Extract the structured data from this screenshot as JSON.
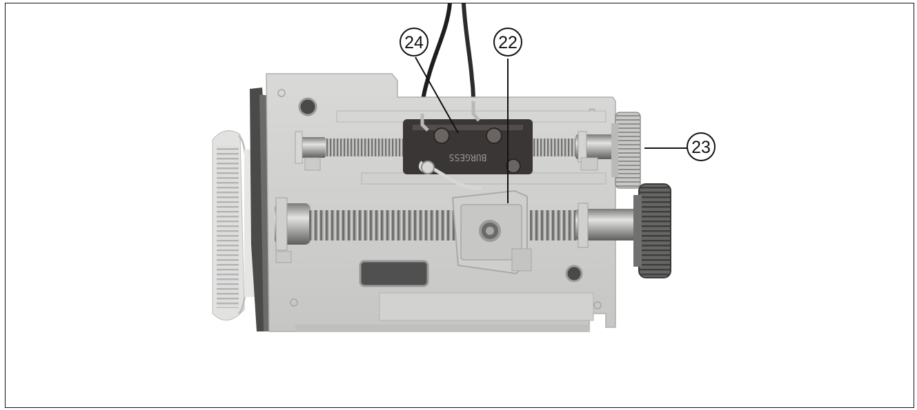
{
  "figure": {
    "callouts": [
      {
        "id": "callout-24",
        "number": "24"
      },
      {
        "id": "callout-22",
        "number": "22"
      },
      {
        "id": "callout-23",
        "number": "23"
      }
    ],
    "switch_marking": "BURGESS",
    "colors": {
      "housing": "#cfcfcd",
      "switch_body": "#3a3635",
      "knob_dark": "#5b5b5b",
      "metal": "#9e9e9c",
      "line": "#111111"
    }
  }
}
